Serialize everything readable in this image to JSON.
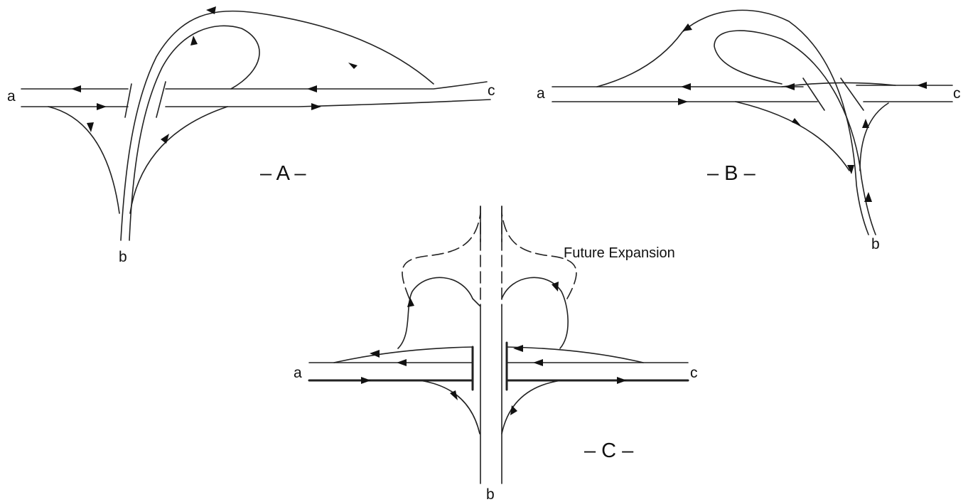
{
  "diagrams": [
    {
      "caption": "– A –",
      "labels": {
        "a": "a",
        "b": "b",
        "c": "c"
      }
    },
    {
      "caption": "– B –",
      "labels": {
        "a": "a",
        "b": "b",
        "c": "c"
      }
    },
    {
      "caption": "– C –",
      "labels": {
        "a": "a",
        "b": "b",
        "c": "c"
      },
      "note": "Future Expansion"
    }
  ],
  "colors": {
    "line": "#222222",
    "background": "#ffffff"
  }
}
